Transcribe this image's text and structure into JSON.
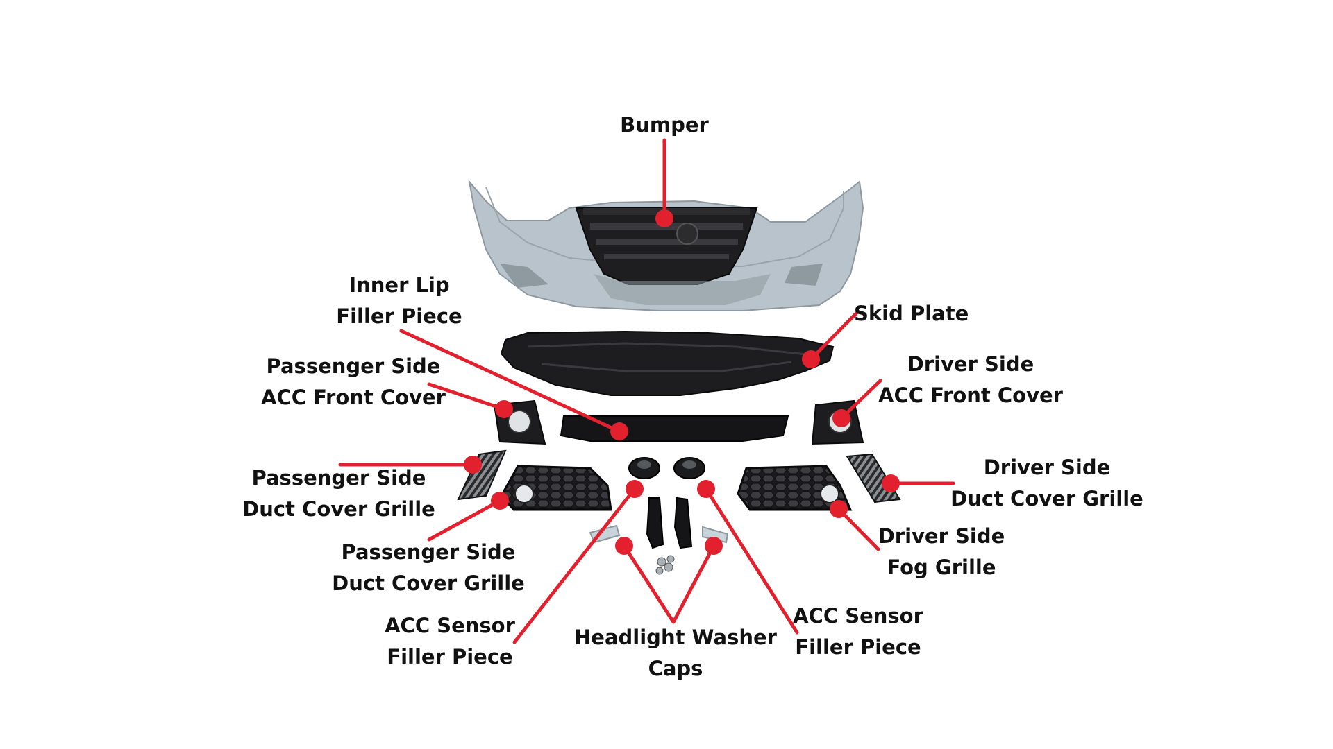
{
  "labels": {
    "bumper": "Bumper",
    "inner_lip_1": "Inner Lip",
    "inner_lip_2": "Filler Piece",
    "skid_plate": "Skid Plate",
    "pass_acc_cover_1": "Passenger Side",
    "pass_acc_cover_2": "ACC Front Cover",
    "drv_acc_cover_1": "Driver Side",
    "drv_acc_cover_2": "ACC Front Cover",
    "pass_duct_1": "Passenger Side",
    "pass_duct_2": "Duct Cover Grille",
    "drv_duct_1": "Driver Side",
    "drv_duct_2": "Duct Cover Grille",
    "pass_duct2_1": "Passenger Side",
    "pass_duct2_2": "Duct Cover Grille",
    "drv_fog_1": "Driver Side",
    "drv_fog_2": "Fog Grille",
    "acc_filler_left_1": "ACC Sensor",
    "acc_filler_left_2": "Filler Piece",
    "washer_caps_1": "Headlight Washer",
    "washer_caps_2": "Caps",
    "acc_filler_right_1": "ACC Sensor",
    "acc_filler_right_2": "Filler Piece"
  },
  "colors": {
    "leader": "#e3202d",
    "text": "#111111",
    "bumper_body": "#b9c3cb",
    "black_parts": "#1b1b1d",
    "light_grey_caps": "#c9d3da"
  }
}
